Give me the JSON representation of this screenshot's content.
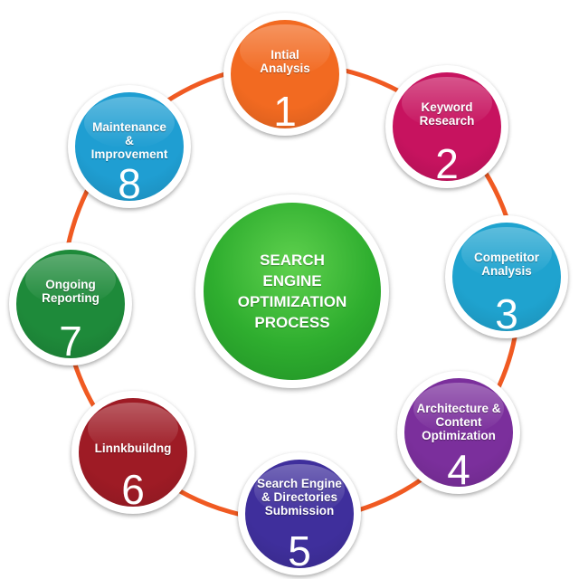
{
  "center": {
    "title": "SEARCH\nENGINE\nOPTIMIZATION\nPROCESS",
    "color": "#2fae2f"
  },
  "ring_color": "#f05a22",
  "steps": [
    {
      "number": "1",
      "label": "Intial\nAnalysis",
      "color": "#f26a21"
    },
    {
      "number": "2",
      "label": "Keyword\nResearch",
      "color": "#c7135f"
    },
    {
      "number": "3",
      "label": "Competitor\nAnalysis",
      "color": "#1fa3cf"
    },
    {
      "number": "4",
      "label": "Architecture &\nContent\nOptimization",
      "color": "#7b2f9c"
    },
    {
      "number": "5",
      "label": "Search Engine\n& Directories\nSubmission",
      "color": "#3f2f9c"
    },
    {
      "number": "6",
      "label": "Linnkbuildng",
      "color": "#9e1b25"
    },
    {
      "number": "7",
      "label": "Ongoing\nReporting",
      "color": "#1e8a3a"
    },
    {
      "number": "8",
      "label": "Maintenance\n& Improvement",
      "color": "#1f9ed2"
    }
  ]
}
